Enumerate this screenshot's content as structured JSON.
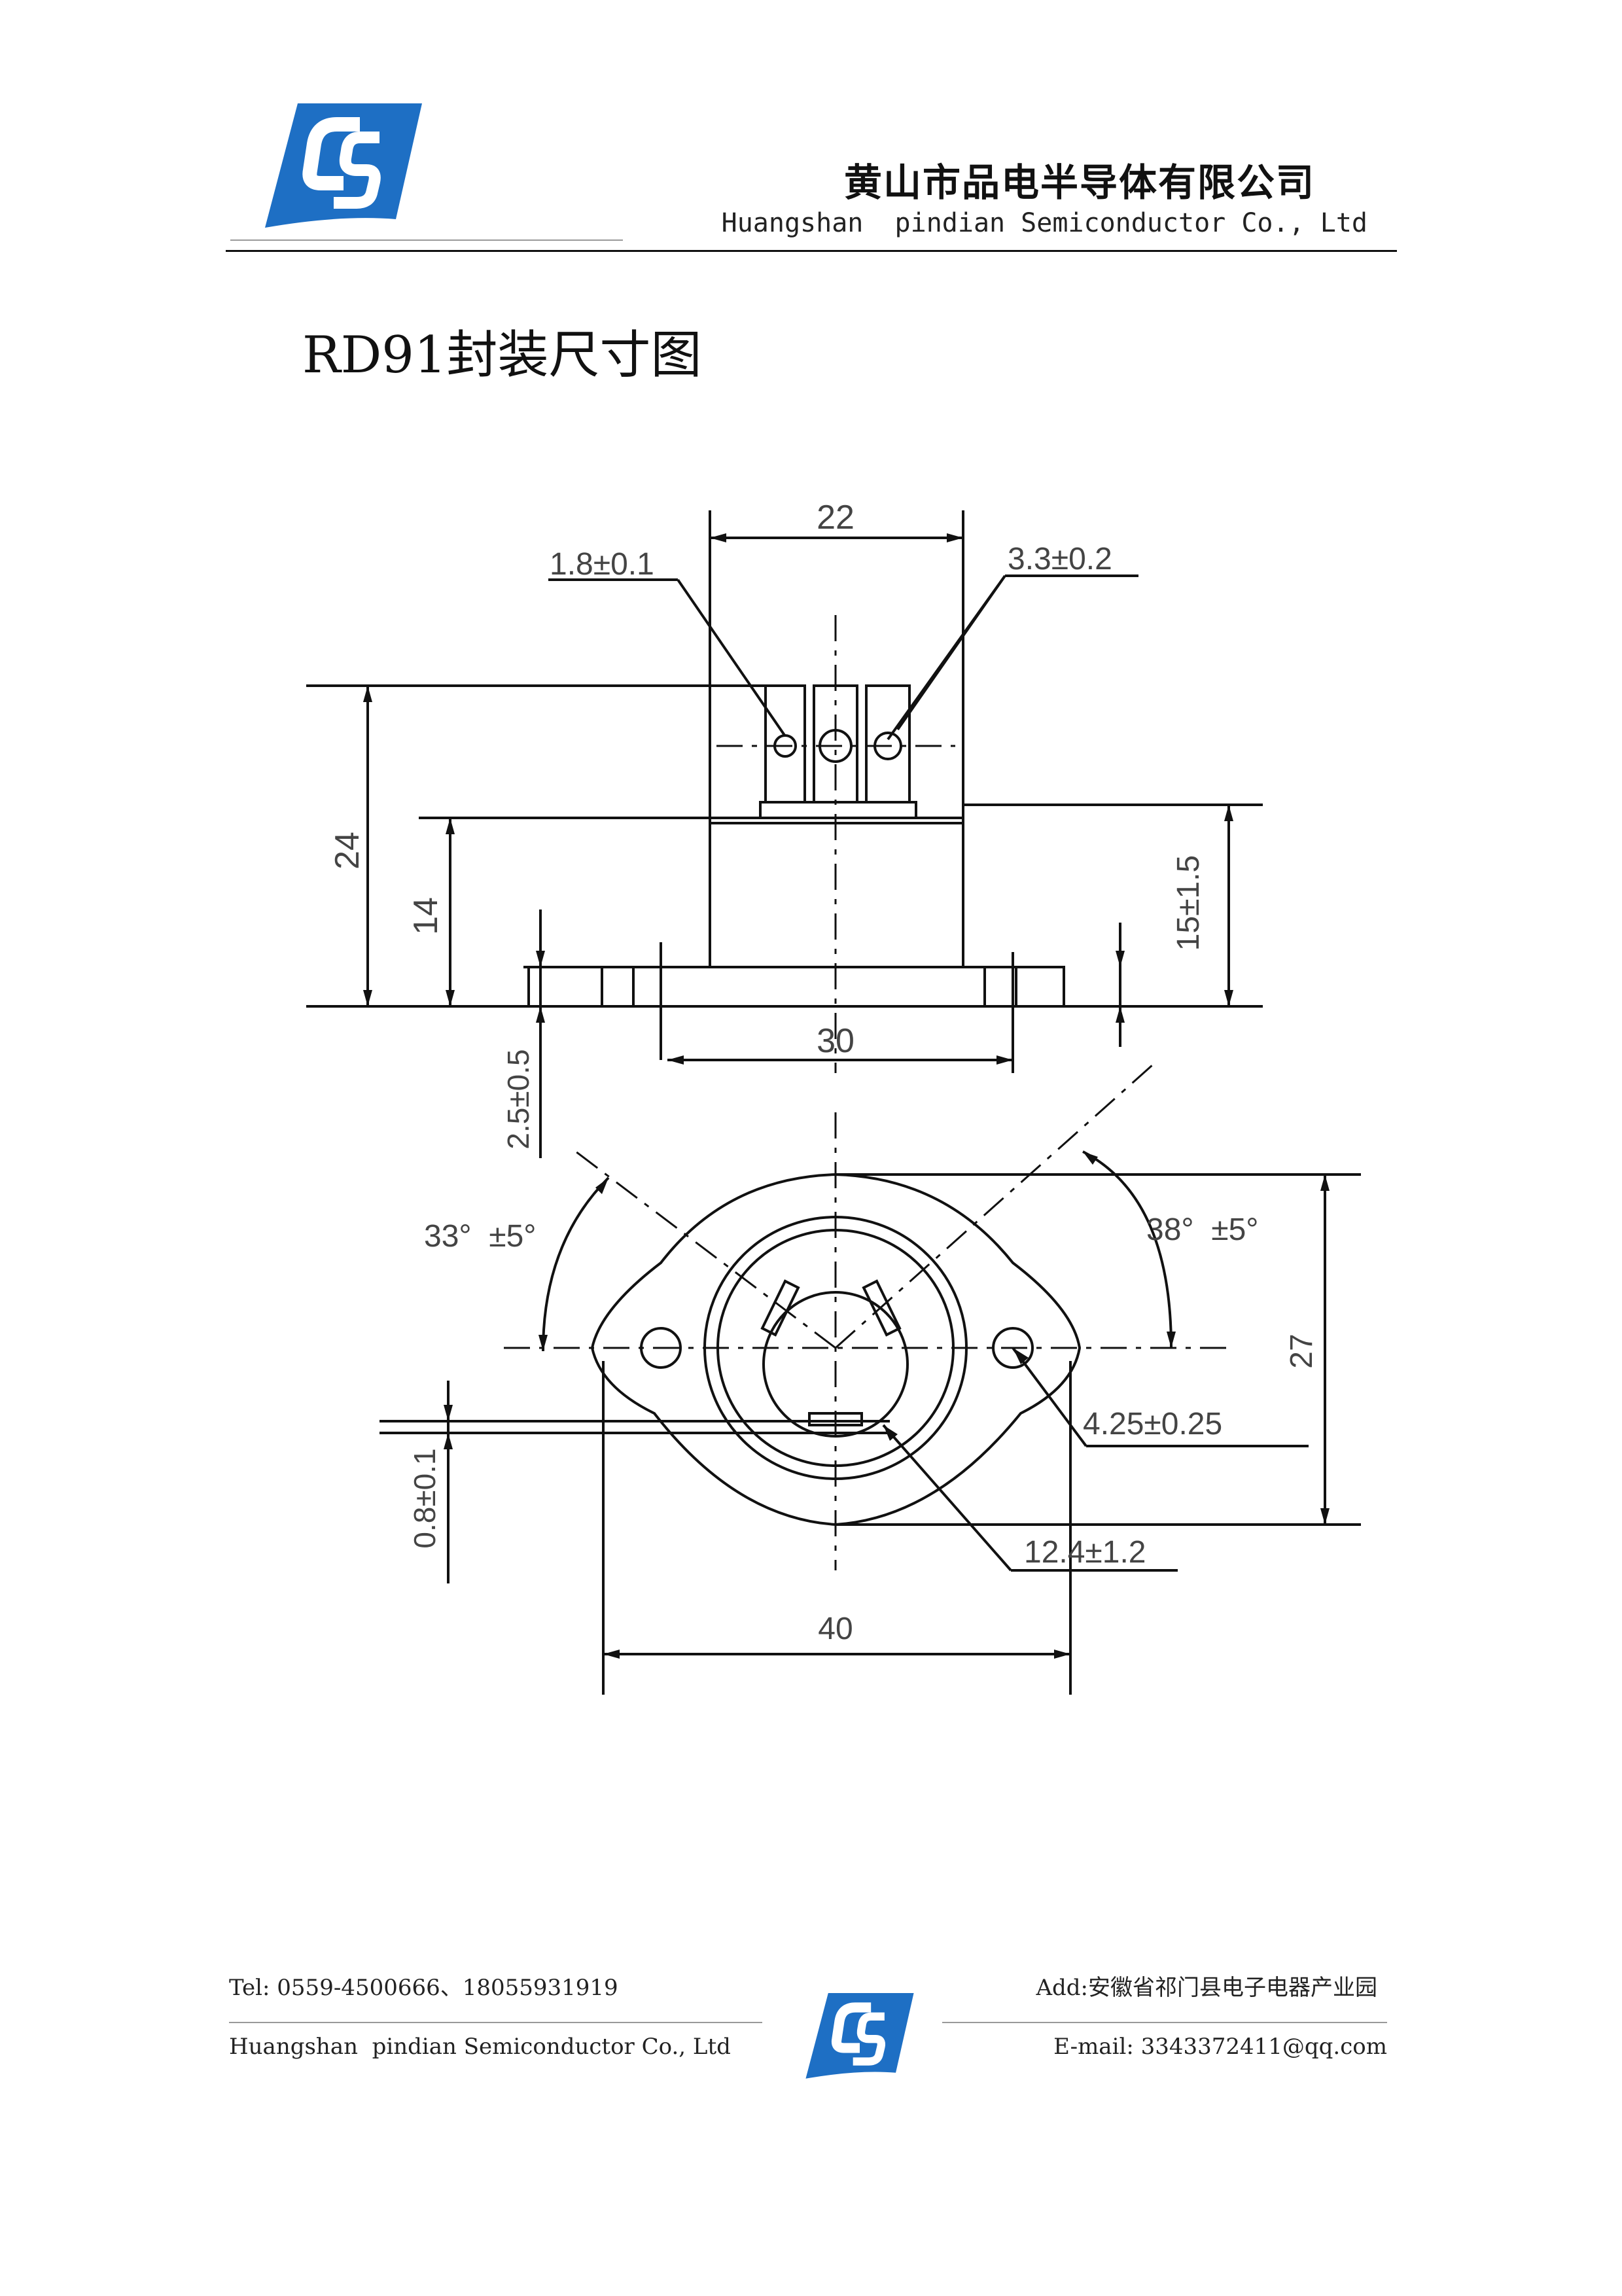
{
  "header": {
    "company_cn": "黄山市品电半导体有限公司",
    "company_en": "Huangshan  pindian Semiconductor Co., Ltd",
    "logo_icon": "company-logo-icon",
    "brand_color": "#1e6fc4"
  },
  "title": "RD91封装尺寸图",
  "drawing": {
    "dim_top_width": "22",
    "dim_pin_width": "1.8±0.1",
    "dim_pin_hole": "3.3±0.2",
    "dim_total_height": "24",
    "dim_body_height": "14",
    "dim_right_height": "15±1.5",
    "dim_flange_thickness": "2.5±0.5",
    "dim_hole_spacing": "30",
    "dim_angle_left": "33°  ±5°",
    "dim_angle_right": "38°  ±5°",
    "dim_hole_dia": "4.25±0.25",
    "dim_flange_width": "27",
    "dim_pin_offset": "0.8±0.1",
    "dim_body_dia": "12.4±1.2",
    "dim_total_length": "40"
  },
  "footer": {
    "tel": "Tel: 0559-4500666、18055931919",
    "address": "Add:安徽省祁门县电子电器产业园",
    "company_en": "Huangshan  pindian Semiconductor Co., Ltd",
    "email": "E-mail: 3343372411@qq.com"
  }
}
